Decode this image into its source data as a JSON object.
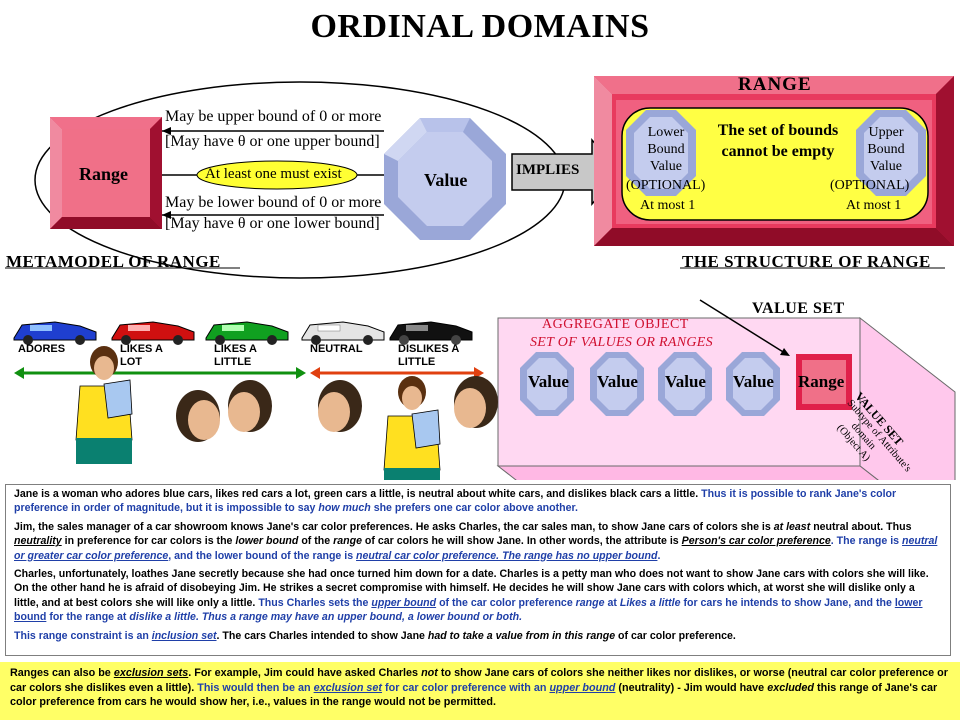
{
  "title": "ORDINAL DOMAINS",
  "metamodel": {
    "range_label": "Range",
    "value_label": "Value",
    "upper_line1": "May be upper bound of 0 or more",
    "upper_line2": "[May have θ or one upper bound]",
    "middle_label": "At least one must exist",
    "lower_line1": "May be lower bound of 0 or more",
    "lower_line2": "[May have θ or one lower bound]",
    "caption": "METAMODEL OF RANGE"
  },
  "implies_label": "IMPLIES",
  "structure": {
    "title": "RANGE",
    "lower_bound": "Lower Bound Value",
    "upper_bound": "Upper Bound Value",
    "center_text": "The set of bounds cannot be empty",
    "left_optional": "(OPTIONAL)",
    "left_atmost": "At most 1",
    "right_optional": "(OPTIONAL)",
    "right_atmost": "At most 1",
    "caption": "THE STRUCTURE OF RANGE"
  },
  "value_set": {
    "title": "VALUE SET",
    "aggregate_line1": "AGGREGATE OBJECT",
    "aggregate_line2": "SET OF VALUES OR RANGES",
    "items": [
      "Value",
      "Value",
      "Value",
      "Value"
    ],
    "range_item": "Range",
    "side_line1": "VALUE SET",
    "side_line2": "Subtype of Attribute's",
    "side_line3": "domain",
    "side_line4": "(Object A)"
  },
  "cars": [
    {
      "label": "ADORES",
      "color": "#1f3fd0"
    },
    {
      "label": "LIKES A LOT",
      "color": "#d01010"
    },
    {
      "label": "LIKES A LITTLE",
      "color": "#10a020"
    },
    {
      "label": "NEUTRAL",
      "color": "#d8d8d8"
    },
    {
      "label": "DISLIKES A LITTLE",
      "color": "#111111"
    }
  ],
  "story": {
    "p1a": "Jane is a woman who adores blue cars, likes red cars a lot, green cars a little, is neutral about white cars, and dislikes black cars a little.",
    "p1b": "Thus it is possible to rank Jane's color preference in order of magnitude, but it is impossible to say",
    "p1c": "how much",
    "p1d": "she prefers one car color above another.",
    "p2a": "Jim, the sales manager of a car showroom knows Jane's car color preferences. He asks Charles, the car sales man, to show Jane cars of colors she is",
    "p2b": "at least",
    "p2c": "neutral about. Thus",
    "p2d": "neutrality",
    "p2e": "in preference for car colors is the",
    "p2f": "lower bound",
    "p2g": "of the",
    "p2h": "range",
    "p2i": "of car colors he will show Jane. In other words, the attribute is",
    "p2j": "Person's car color preference",
    "p2k": ". The range is",
    "p2l": "neutral or greater car color preference",
    "p2m": ", and the lower bound of the range is",
    "p2n": "neutral car color preference. The range has no upper bound",
    "p2o": ".",
    "p3a": "Charles, unfortunately, loathes Jane secretly because she had once turned him down for a date. Charles is a petty man who does not want to show Jane cars with colors she will like. On the other hand he is afraid of disobeying Jim. He strikes a secret compromise with himself. He decides he will show Jane cars with colors which, at worst she will dislike only a little, and at best colors she will like only a little.",
    "p3b": "Thus Charles sets the",
    "p3c": "upper bound",
    "p3d": "of the car color preference",
    "p3e": "range",
    "p3f": "at",
    "p3g": "Likes a little",
    "p3h": "for cars he intends to show Jane, and the",
    "p3i": "lower bound",
    "p3j": "for the range at",
    "p3k": "dislike a little",
    "p3l": ". Thus a range may have an upper bound, a lower bound or both.",
    "p4a": "This range constraint is an",
    "p4b": "inclusion set",
    "p4c": ". The cars Charles intended to show Jane",
    "p4d": "had to take a value from in this range",
    "p4e": "of car color preference."
  },
  "footer": {
    "f1": "Ranges can also be",
    "f2": "exclusion sets",
    "f3": ". For example, Jim could have asked Charles",
    "f4": "not",
    "f5": "to show Jane cars of colors she neither likes nor dislikes, or worse (neutral car color preference or car colors she dislikes even a little).",
    "f6": "This would then be an",
    "f7": "exclusion set",
    "f8": "for car color preference with an",
    "f9": "upper bound",
    "f10": "(neutrality) - Jim would have",
    "f11": "excluded",
    "f12": "this range of Jane's car color preference from cars he would show her, i.e., values in the range would not be permitted."
  }
}
